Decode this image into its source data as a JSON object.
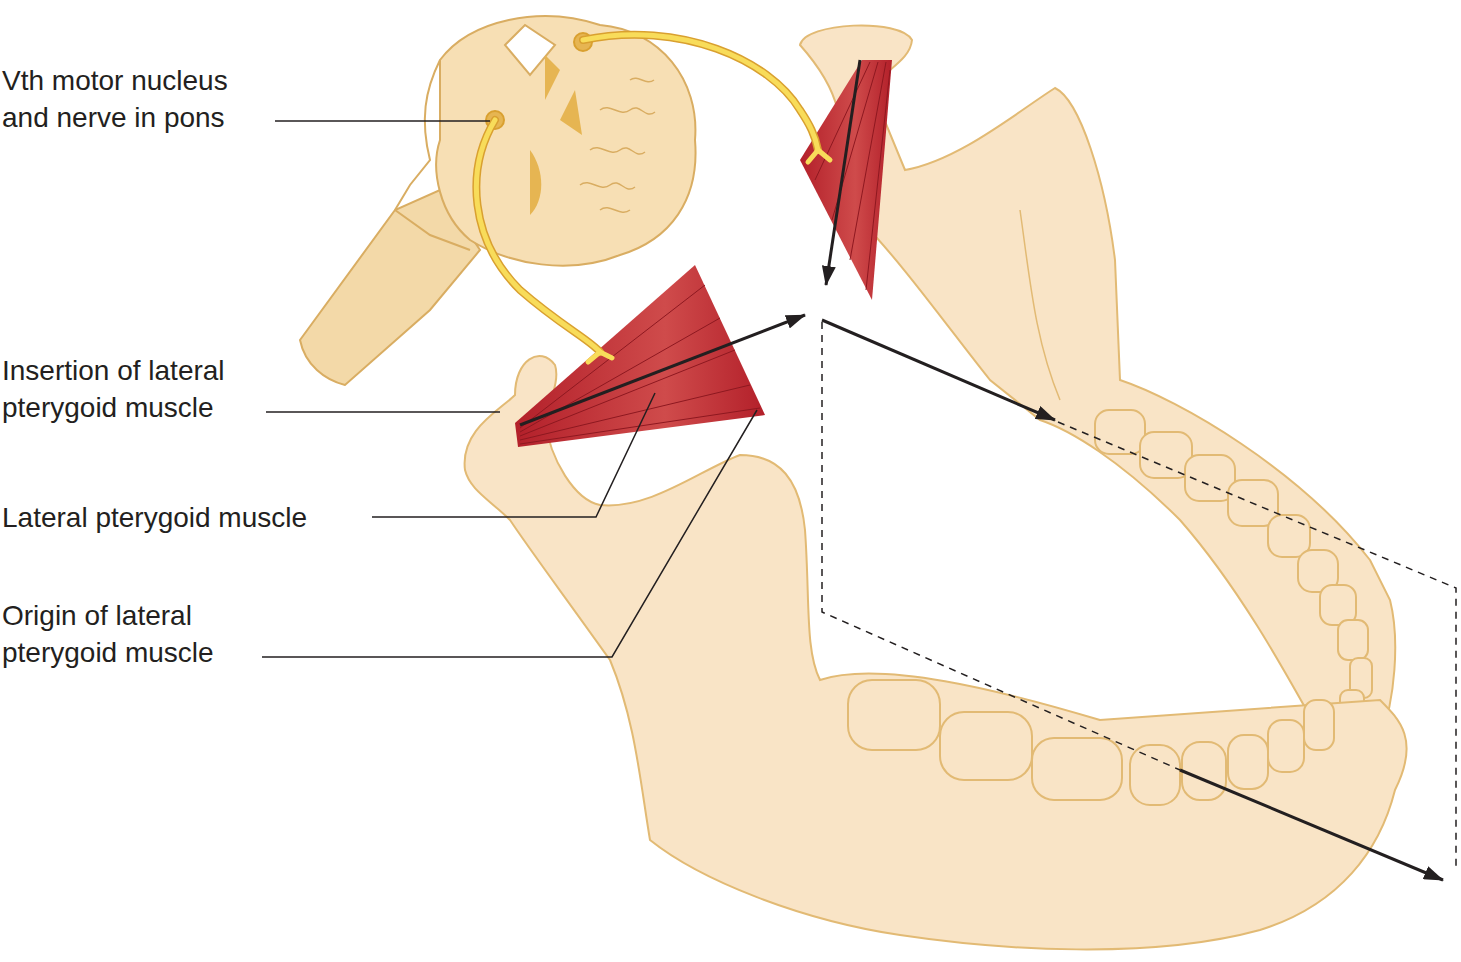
{
  "diagram": {
    "labels": [
      "Vth motor nucleus and nerve in pons",
      "Insertion of lateral pterygoid muscle",
      "Lateral pterygoid muscle",
      "Origin of lateral pterygoid muscle"
    ]
  }
}
